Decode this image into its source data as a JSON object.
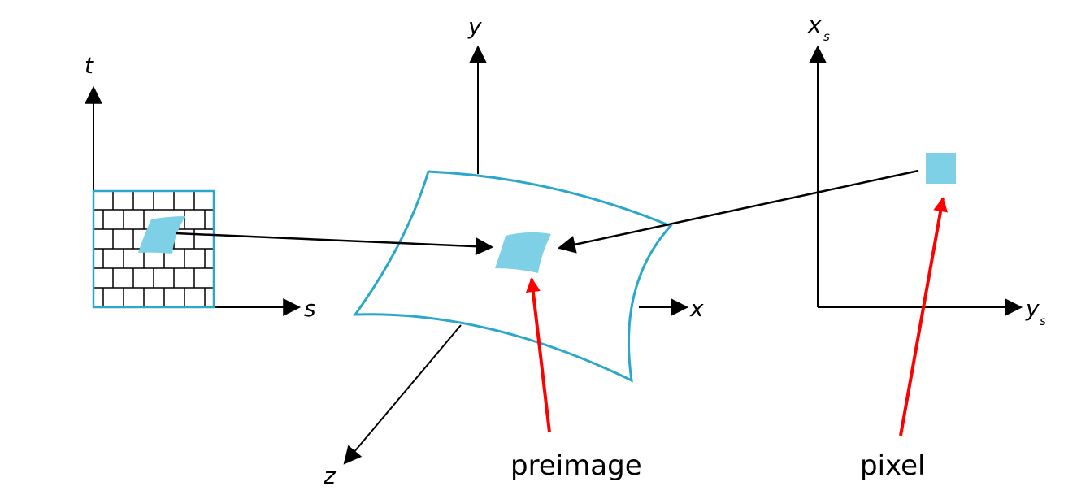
{
  "texture_space": {
    "vertical_axis": "t",
    "horizontal_axis": "s"
  },
  "object_space": {
    "vertical_axis": "y",
    "horizontal_axis": "x",
    "depth_axis": "z"
  },
  "screen_space": {
    "vertical_axis": "x",
    "vertical_axis_subscript": "s",
    "horizontal_axis": "y",
    "horizontal_axis_subscript": "s"
  },
  "captions": {
    "preimage": "preimage",
    "pixel": "pixel"
  },
  "colors": {
    "surface": "#2aa7c9",
    "patch_fill": "#7dd0e6",
    "pointer": "#ff0000",
    "arrow": "#000000"
  }
}
